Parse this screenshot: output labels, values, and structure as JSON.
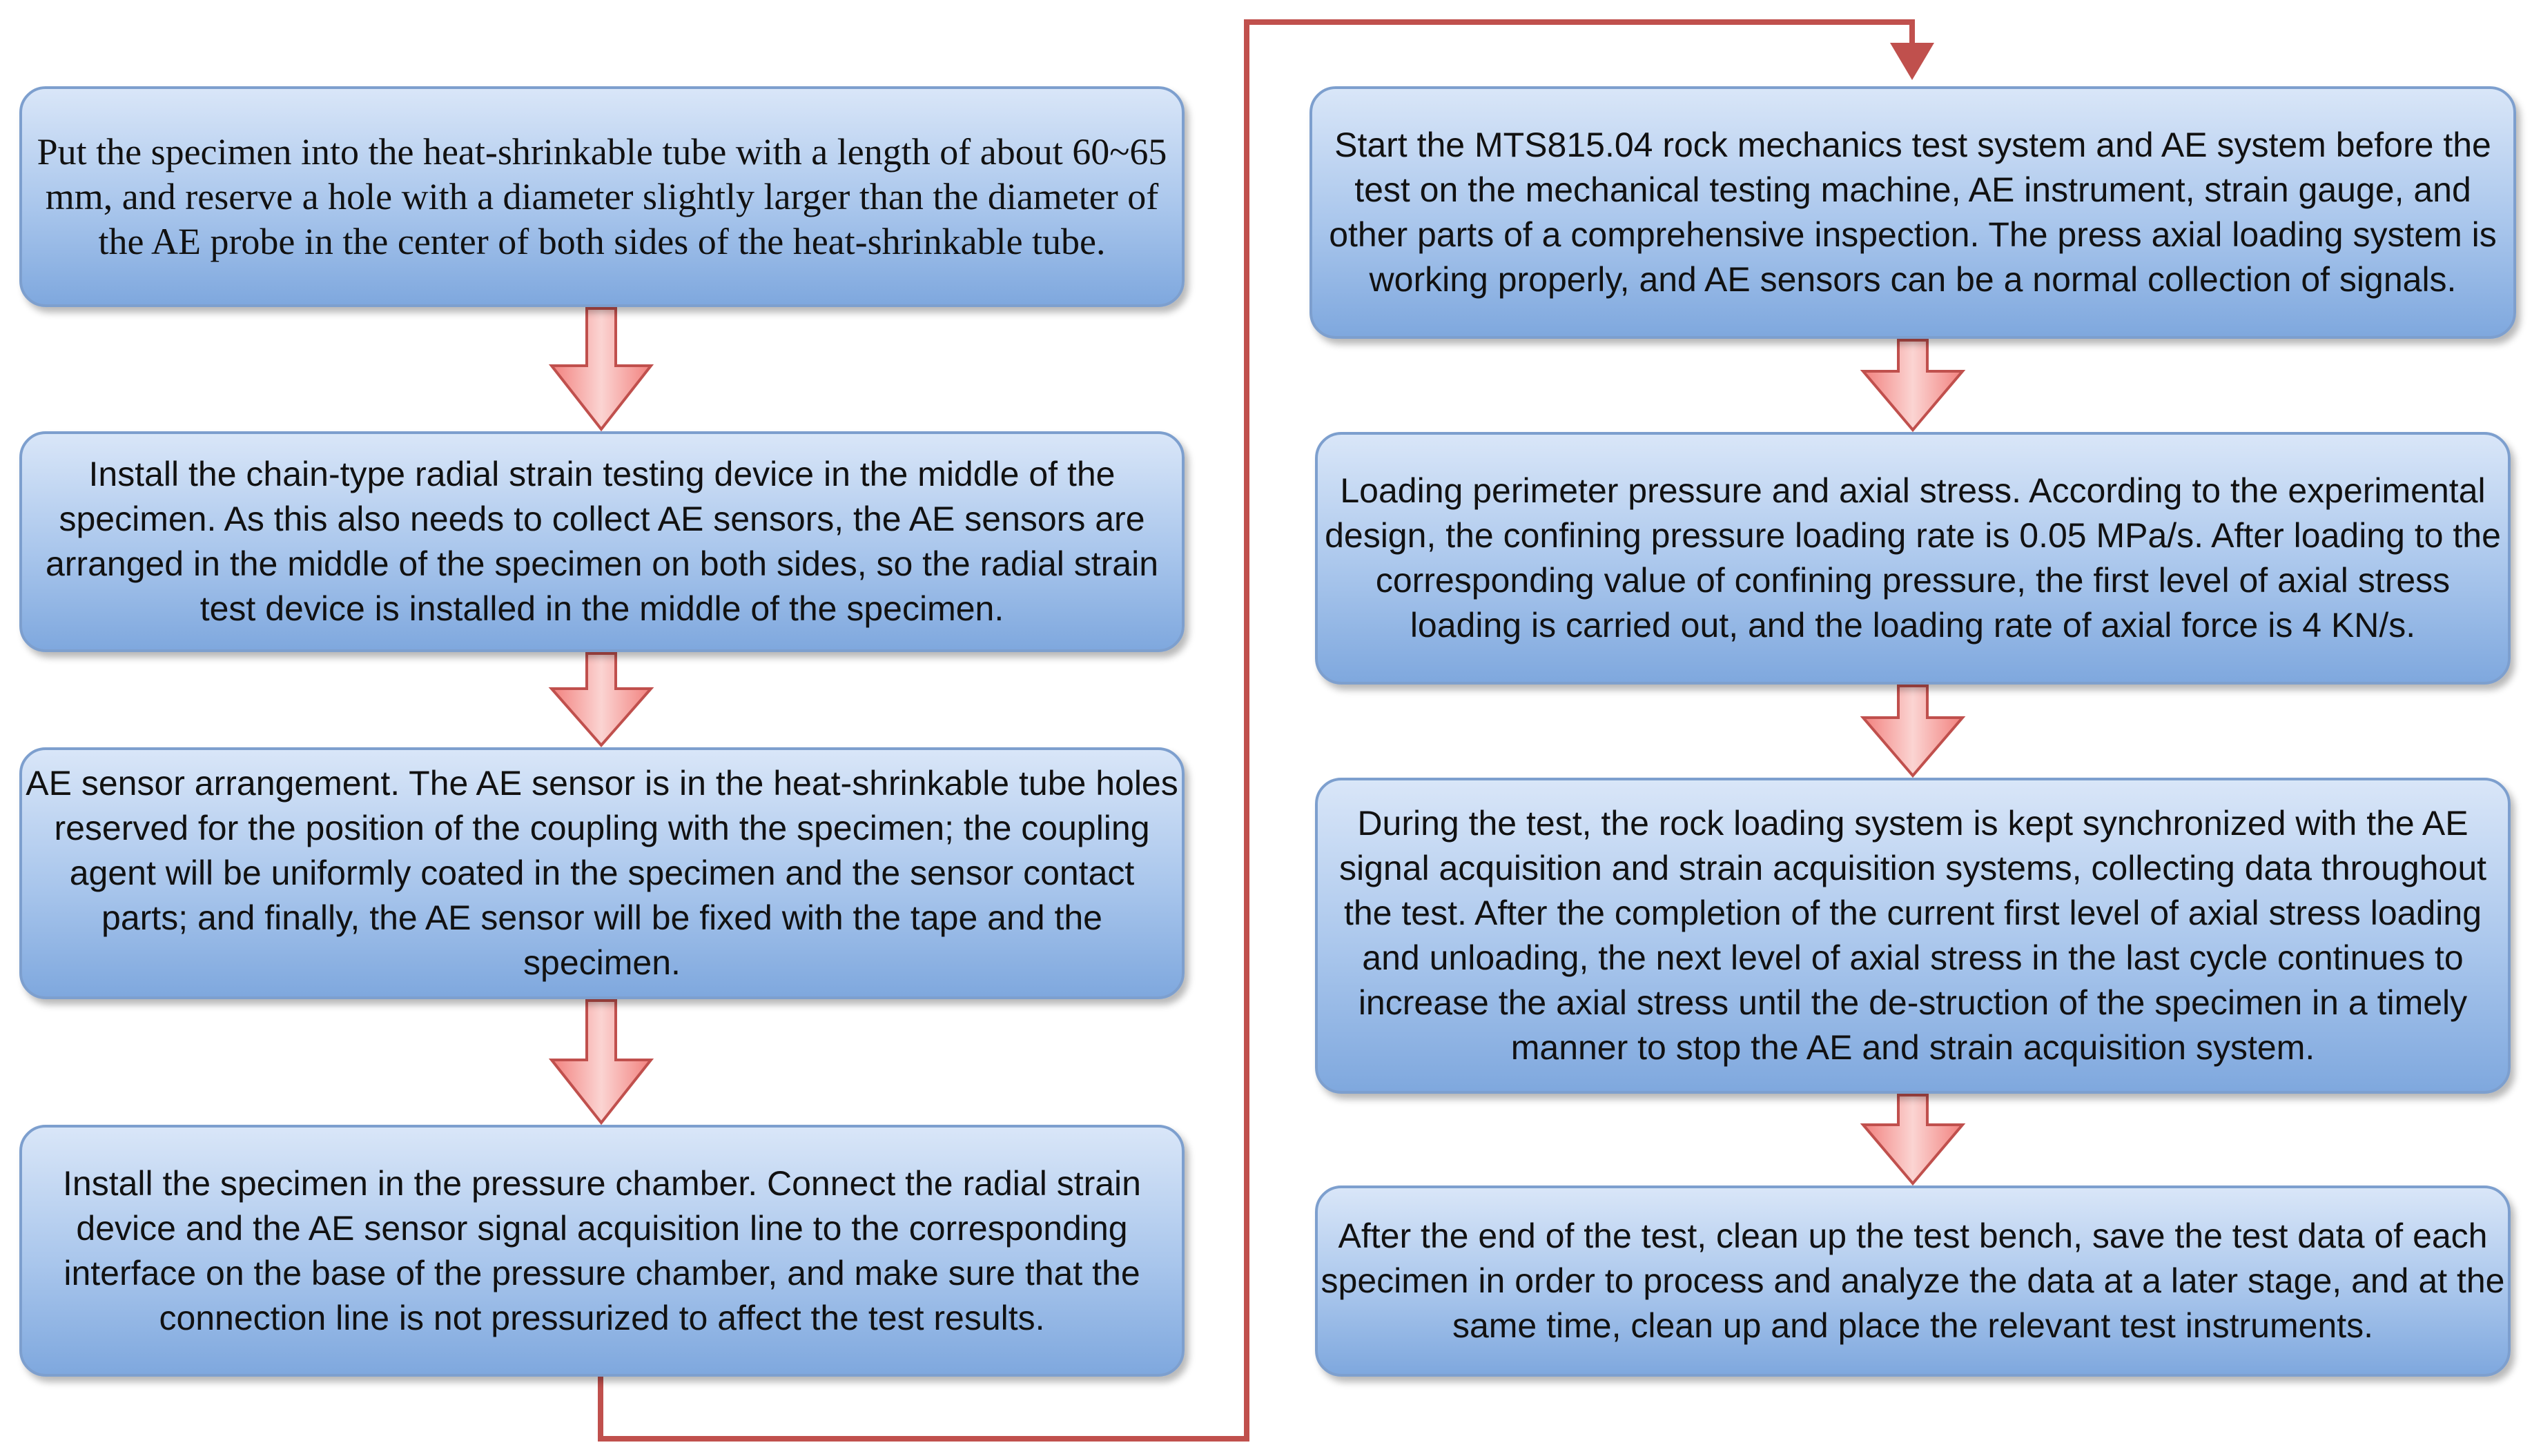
{
  "flow": {
    "left_column": [
      {
        "id": "step-1",
        "text": "Put the specimen into the heat-shrinkable tube with a length of about 60~65 mm, and reserve a hole with a diameter slightly larger than the diameter of the AE probe in the center of both sides of the heat-shrinkable tube."
      },
      {
        "id": "step-2",
        "text": "Install the chain-type radial strain testing device in the middle of the specimen. As this also needs to collect AE sensors, the AE sensors are arranged in the middle of the specimen on both sides, so the radial strain test device is installed in the middle of the specimen."
      },
      {
        "id": "step-3",
        "text": "AE sensor arrangement. The AE sensor is in the heat-shrinkable tube holes reserved for the position of the coupling with the specimen; the coupling agent will be uniformly coated in the specimen and the sensor contact parts; and finally, the AE sensor will be fixed with the tape and the specimen."
      },
      {
        "id": "step-4",
        "text": "Install the specimen in the pressure chamber. Connect the radial strain device and the AE sensor signal acquisition line to the corresponding interface on the base of the pressure chamber, and make sure that the connection line is not pressurized to affect the test results."
      }
    ],
    "right_column": [
      {
        "id": "step-5",
        "text": "Start the MTS815.04 rock mechanics test system and AE system before the test on the mechanical testing machine, AE instrument, strain gauge, and other parts of a comprehensive inspection. The press axial loading system is working properly, and AE sensors can be a normal collection of signals."
      },
      {
        "id": "step-6",
        "text": "Loading perimeter pressure and axial stress. According to the experimental design, the confining pressure loading rate is 0.05 MPa/s. After loading to the corresponding value of confining pressure, the first level of axial stress loading is carried out, and the loading rate of axial force is 4 KN/s."
      },
      {
        "id": "step-7",
        "text": "During the test, the rock loading system is kept synchronized with the AE signal acquisition and strain acquisition systems, collecting data throughout the test. After the completion of the current first level of axial stress loading and unloading, the next level of axial stress in the last cycle continues to increase the axial stress until the de-struction of the specimen in a timely manner to stop the AE and strain acquisition system."
      },
      {
        "id": "step-8",
        "text": "After the end of the test, clean up the test bench, save the test data of each specimen in order to process and analyze the data at a later stage, and at the same time, clean up and place the relevant test instruments."
      }
    ]
  },
  "colors": {
    "box_top": "#d9e6f8",
    "box_bottom": "#7fa8de",
    "box_border": "#7d9fce",
    "arrow_fill": "#f47f7c",
    "arrow_stroke": "#c0504d",
    "connector": "#c0504d"
  }
}
